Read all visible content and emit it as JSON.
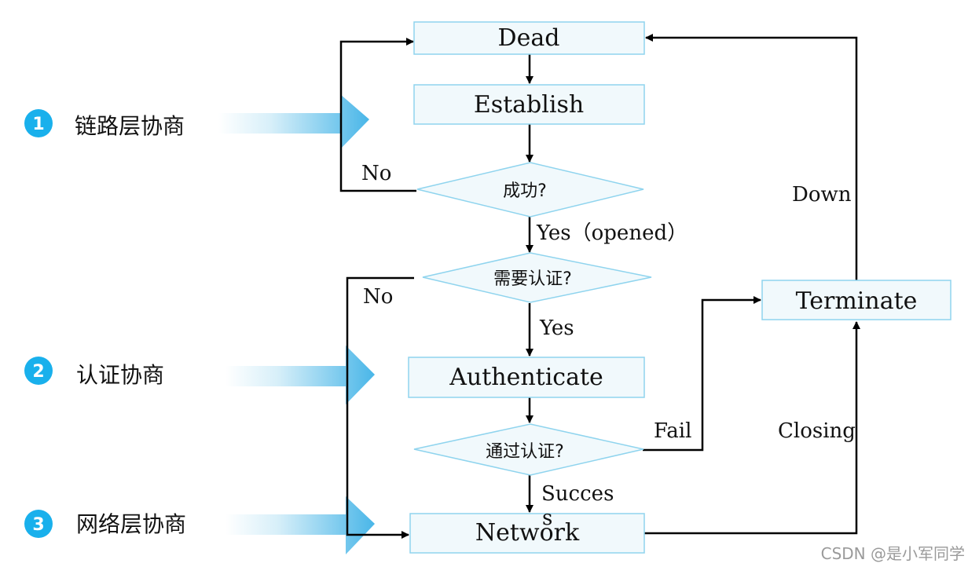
{
  "diagram": {
    "states": {
      "dead": "Dead",
      "establish": "Establish",
      "authenticate": "Authenticate",
      "network": "Network",
      "terminate": "Terminate"
    },
    "decisions": {
      "success": "成功?",
      "need_auth": "需要认证?",
      "auth_passed": "通过认证?"
    },
    "edge_labels": {
      "no_1": "No",
      "yes_opened": "Yes（opened）",
      "no_2": "No",
      "yes": "Yes",
      "fail": "Fail",
      "success_1": "Succes",
      "success_2": "s",
      "down": "Down",
      "closing": "Closing"
    },
    "phases": [
      {
        "number": "1",
        "label": "链路层协商"
      },
      {
        "number": "2",
        "label": "认证协商"
      },
      {
        "number": "3",
        "label": "网络层协商"
      }
    ]
  },
  "watermark": "CSDN @是小军同学",
  "colors": {
    "box_fill": "#f1f9fc",
    "box_stroke": "#8fd4ee",
    "badge": "#19b0ec",
    "arrow_gradient_end": "#49b6e8"
  }
}
